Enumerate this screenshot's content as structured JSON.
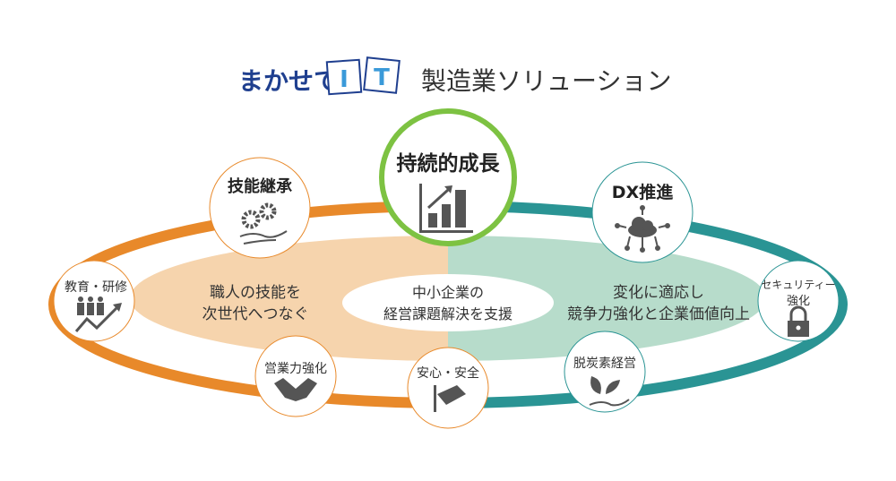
{
  "title": {
    "brand_prefix": "まかせて",
    "brand_tiles": [
      "I",
      "T"
    ],
    "subtitle": "製造業ソリューション"
  },
  "center": {
    "label": "持続的成長",
    "icon": "bar-chart-growth-icon"
  },
  "core": {
    "line1": "中小企業の",
    "line2": "経営課題解決を支援"
  },
  "left_area": {
    "line1": "職人の技能を",
    "line2": "次世代へつなぐ"
  },
  "right_area": {
    "line1": "変化に適応し",
    "line2": "競争力強化と企業価値向上"
  },
  "nodes": {
    "skill": {
      "label": "技能継承",
      "icon": "gears-hand-icon"
    },
    "dx": {
      "label": "DX推進",
      "icon": "cloud-network-icon"
    },
    "education": {
      "label": "教育・研修",
      "icon": "people-growth-icon"
    },
    "security": {
      "label1": "セキュリティー",
      "label2": "強化",
      "icon": "padlock-icon"
    },
    "sales": {
      "label": "営業力強化",
      "icon": "handshake-icon"
    },
    "safety": {
      "label": "安心・安全",
      "icon": "security-camera-icon"
    },
    "decarbon": {
      "label": "脱炭素経営",
      "icon": "leaf-hand-icon"
    }
  },
  "colors": {
    "orange": "#e8892a",
    "teal": "#2a9494",
    "green": "#7dc242",
    "peach": "#f6d4ad",
    "mint": "#b7dccb",
    "brand_blue": "#1f3f8f"
  }
}
